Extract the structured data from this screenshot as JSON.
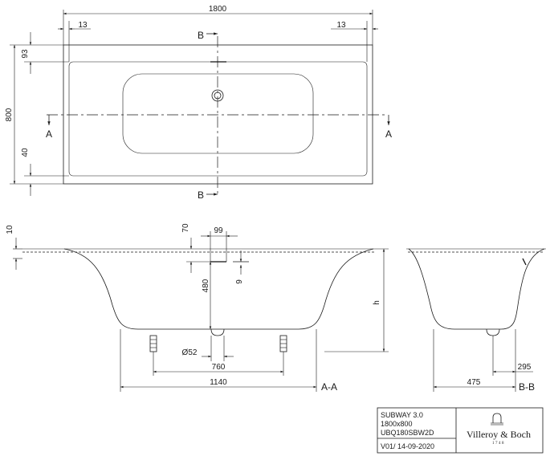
{
  "dimensions": {
    "overall_length": "1800",
    "rim_left": "13",
    "rim_right": "13",
    "overall_width": "800",
    "rim_top": "93",
    "rim_bottom": "40",
    "rim_thickness": "10",
    "overflow_offset": "70",
    "overflow_spacing": "99",
    "overflow_gap": "9",
    "drain_depth": "480",
    "drain_diameter": "Ø52",
    "feet_spacing": "760",
    "bottom_length": "1140",
    "height": "h",
    "bottom_width": "475",
    "drain_offset": "295"
  },
  "sections": {
    "a_top_left": "A",
    "a_top_right": "A",
    "b_top": "B",
    "b_bottom": "B",
    "aa": "A-A",
    "bb": "B-B"
  },
  "title_block": {
    "product": "SUBWAY 3.0",
    "size": "1800x800",
    "code": "UBQ180SBW2D",
    "revision": "V01/ 14-09-2020",
    "brand": "Villeroy & Boch",
    "brand_year": "1748"
  }
}
